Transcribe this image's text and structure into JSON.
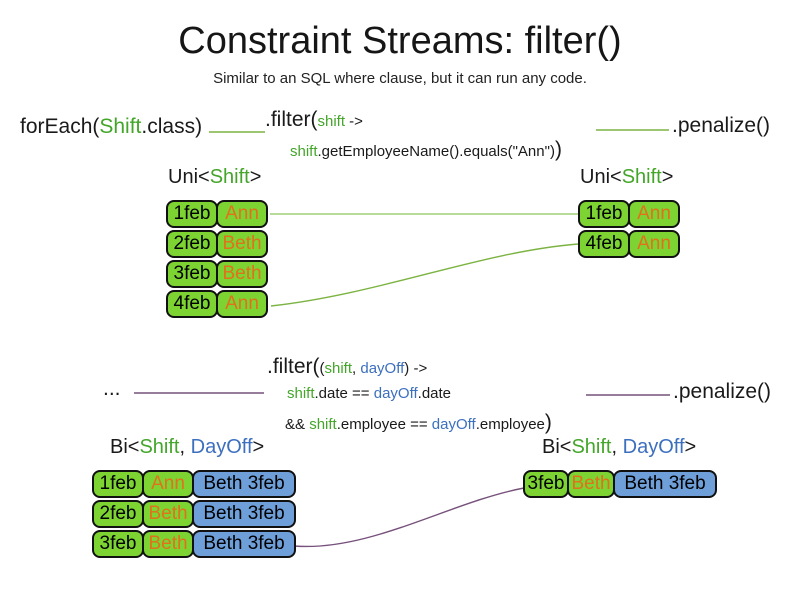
{
  "slide": {
    "title": "Constraint Streams: filter()",
    "subtitle": "Similar to an SQL where clause, but it can run any code."
  },
  "uni": {
    "foreach": {
      "fn_open": "forEach(",
      "class_name": "Shift",
      "fn_close": ".class)"
    },
    "filter": {
      "method": ".filter(",
      "param": "shift",
      "arrow": " ->",
      "body_param": "shift",
      "body": ".getEmployeeName().equals(\"Ann\")",
      "close": ")"
    },
    "penalize": ".penalize()",
    "left": {
      "label": {
        "pre": "Uni<",
        "type1": "Shift",
        "post": ">"
      },
      "rows": [
        {
          "date": "1feb",
          "employee": "Ann"
        },
        {
          "date": "2feb",
          "employee": "Beth"
        },
        {
          "date": "3feb",
          "employee": "Beth"
        },
        {
          "date": "4feb",
          "employee": "Ann"
        }
      ]
    },
    "right": {
      "label": {
        "pre": "Uni<",
        "type1": "Shift",
        "post": ">"
      },
      "rows": [
        {
          "date": "1feb",
          "employee": "Ann"
        },
        {
          "date": "4feb",
          "employee": "Ann"
        }
      ]
    }
  },
  "bi": {
    "ellipsis": "...",
    "filter": {
      "method": ".filter(",
      "paren_open": "(",
      "param1": "shift",
      "comma": ", ",
      "param2": "dayOff",
      "close_arrow": ") ->",
      "line2": {
        "p1": "shift",
        "t1": ".date == ",
        "p2": "dayOff",
        "t2": ".date"
      },
      "line3": {
        "t0": "&& ",
        "p1": "shift",
        "t1": ".employee == ",
        "p2": "dayOff",
        "t2": ".employee",
        "close": ")"
      }
    },
    "penalize": ".penalize()",
    "left": {
      "label": {
        "pre": "Bi<",
        "type1": "Shift",
        "comma": ", ",
        "type2": "DayOff",
        "post": ">"
      },
      "rows": [
        {
          "date": "1feb",
          "employee": "Ann",
          "pair": "Beth 3feb"
        },
        {
          "date": "2feb",
          "employee": "Beth",
          "pair": "Beth 3feb"
        },
        {
          "date": "3feb",
          "employee": "Beth",
          "pair": "Beth 3feb"
        }
      ]
    },
    "right": {
      "label": {
        "pre": "Bi<",
        "type1": "Shift",
        "comma": ", ",
        "type2": "DayOff",
        "post": ">"
      },
      "rows": [
        {
          "date": "3feb",
          "employee": "Beth",
          "pair": "Beth 3feb"
        }
      ]
    }
  },
  "colors": {
    "code_green": "#43a629",
    "code_blue": "#3c6fbe",
    "cell_green": "#7cd332",
    "cell_blue": "#6f9fd9",
    "employee_orange": "#e2711d",
    "connector_green": "#8fc45f",
    "connector_light_green": "#a2cf79",
    "connector_purple": "#76517b"
  }
}
